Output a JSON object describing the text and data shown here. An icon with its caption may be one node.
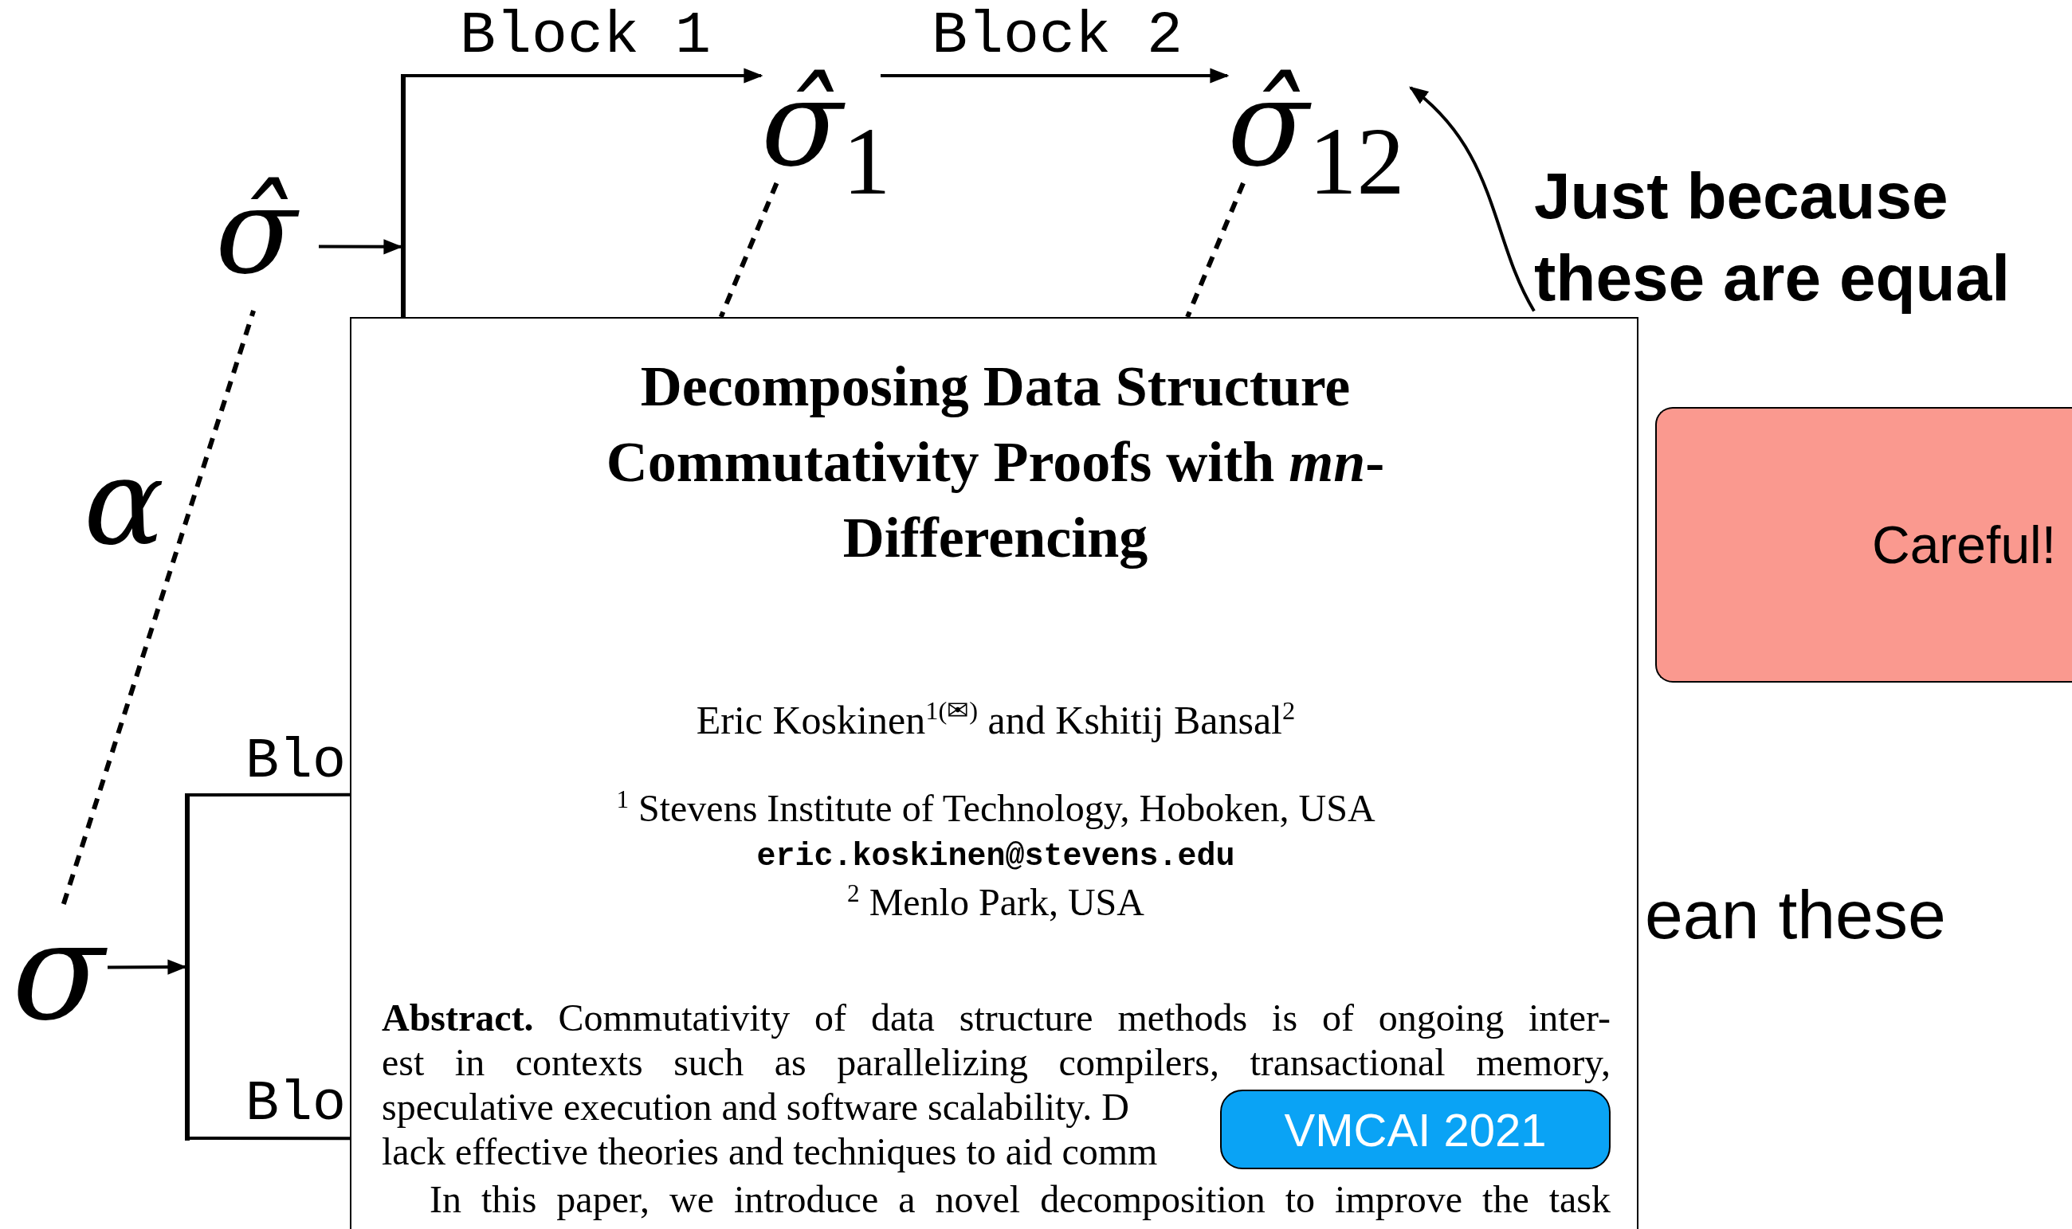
{
  "diagram": {
    "nodes": [
      {
        "text": [
          "σ̂"
        ]
      },
      {
        "text": [],
        "shape": "bar"
      },
      {
        "text": [
          "σ̂$_{1}$"
        ]
      },
      {
        "text": [
          "σ̂$_{12}$"
        ]
      },
      {
        "text": [
          "Just because these are equal"
        ]
      },
      {
        "text": [
          "Careful!"
        ]
      },
      {
        "text": [
          "Decomposing Data Structure Commutativity Proofs with *mn*-Differencing",
          "Eric Koskinen$^{1(✉)}$ and Kshitij Bansal$^{2}$",
          "$^{1}$ Stevens Institute of Technology, Hoboken, USA",
          "eric.koskinen@stevens.edu",
          "$^{2}$ Menlo Park, USA",
          "**Abstract.** Commutativity of data structure methods is of ongoing inter-",
          "est in contexts such as parallelizing compilers, transactional memory,",
          "speculative execution and software scalability. D",
          "lack effective theories and techniques to aid comm",
          "In this paper, we introduce a novel decomposition to improve the task"
        ]
      },
      {
        "text": [
          "VMCAI 2021"
        ],
        "in": 6
      },
      {
        "text": [
          "σ"
        ]
      },
      {
        "text": [],
        "shape": "bar"
      }
    ],
    "edges": [
      {
        "from": 0,
        "to": 1,
        "arrow": "to"
      },
      {
        "from": 1,
        "to": 2,
        "arrow": "to",
        "label": "Block 1"
      },
      {
        "from": 2,
        "to": 3,
        "arrow": "to",
        "label": "Block 2"
      },
      {
        "from": 8,
        "to": 0,
        "arrow": "none",
        "style": "dashed",
        "label": "α"
      },
      {
        "from": 2,
        "to": 6,
        "arrow": "none",
        "style": "dashed"
      },
      {
        "from": 3,
        "to": 6,
        "arrow": "none",
        "style": "dashed"
      },
      {
        "from": 4,
        "to": 3,
        "arrow": "to"
      },
      {
        "from": 8,
        "to": 9,
        "arrow": "to"
      },
      {
        "from": 9,
        "to": 6,
        "arrow": "none",
        "label": "Blo"
      },
      {
        "from": 9,
        "to": 6,
        "arrow": "none",
        "label": "Blo"
      }
    ],
    "labels": [
      "ean these"
    ]
  }
}
